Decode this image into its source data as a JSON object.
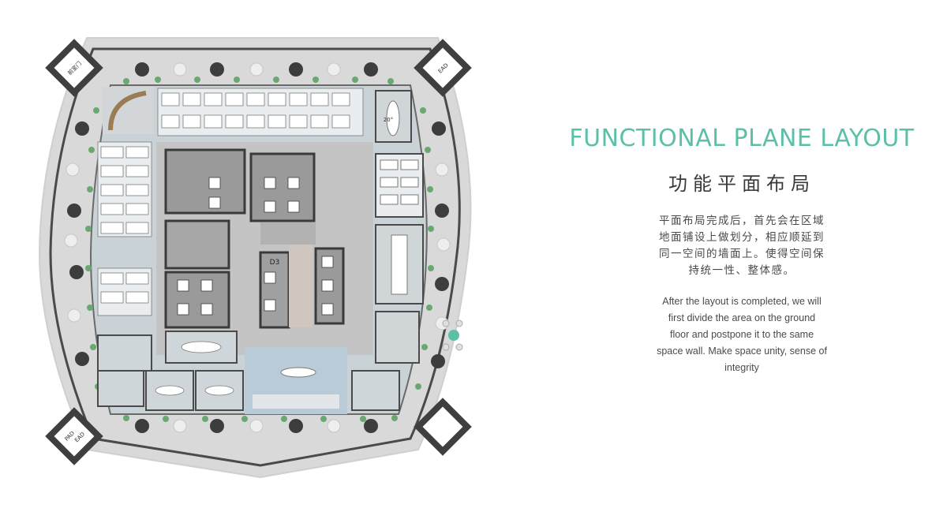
{
  "heading_en": "FUNCTIONAL PLANE LAYOUT",
  "heading_cn": "功能平面布局",
  "paragraph_cn": [
    "平面布局完成后，首先会在区域",
    "地面铺设上做划分，相应顺延到",
    "同一空间的墙面上。使得空间保",
    "持统一性、整体感。"
  ],
  "paragraph_en": [
    "After the layout is completed, we will",
    "first divide the area on the ground",
    "floor and postpone it to the same",
    "space wall. Make space unity, sense of",
    "integrity"
  ],
  "plan": {
    "corner_tl": "前室门",
    "corner_tr": "EAD",
    "corner_bl_1": "PAD",
    "corner_bl_2": "EAD",
    "room_d3": "D3",
    "room_20": "20°",
    "colors": {
      "accent": "#5bbfa9",
      "slab": "#d6d6d6",
      "terrace": "#dcdcdc",
      "glass": "#b9cbd6",
      "wall": "#4a4a4a",
      "plant": "#6aa872",
      "core_floor": "#9a9a9a"
    }
  }
}
